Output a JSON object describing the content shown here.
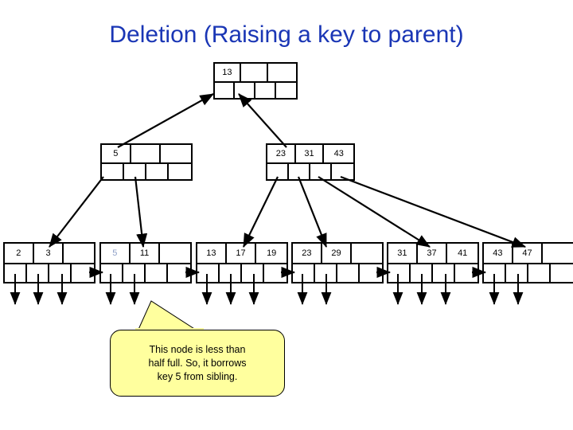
{
  "slide": {
    "title": "Deletion (Raising a key to parent)",
    "title_color": "#1a36b5",
    "background": "#ffffff"
  },
  "callout": {
    "name": "explanation-callout",
    "text": "This node is less than half full. So, it borrows key 5 from sibling.",
    "line1": "This node is less than",
    "line2": "half full. So, it borrows",
    "line3": "key 5 from sibling.",
    "fill": "#ffff9e",
    "stroke": "#000000"
  },
  "tree": {
    "type": "b-plus-tree",
    "levels": 3,
    "root": {
      "name": "root-node",
      "keys": [
        "13",
        "",
        ""
      ],
      "pointer_slots": 4
    },
    "internal": [
      {
        "name": "internal-node-left",
        "keys": [
          "5",
          "",
          ""
        ],
        "pointer_slots": 4
      },
      {
        "name": "internal-node-right",
        "keys": [
          "23",
          "31",
          "43"
        ],
        "pointer_slots": 4
      }
    ],
    "leaves": [
      {
        "name": "leaf-node-1",
        "keys": [
          "2",
          "3",
          ""
        ],
        "faded": [
          0,
          0,
          0
        ],
        "pointer_slots": 4
      },
      {
        "name": "leaf-node-2",
        "keys": [
          "5",
          "11",
          ""
        ],
        "faded": [
          1,
          0,
          0
        ],
        "pointer_slots": 4
      },
      {
        "name": "leaf-node-3",
        "keys": [
          "13",
          "17",
          "19"
        ],
        "faded": [
          0,
          0,
          0
        ],
        "pointer_slots": 4
      },
      {
        "name": "leaf-node-4",
        "keys": [
          "23",
          "29",
          ""
        ],
        "faded": [
          0,
          0,
          0
        ],
        "pointer_slots": 4
      },
      {
        "name": "leaf-node-5",
        "keys": [
          "31",
          "37",
          "41"
        ],
        "faded": [
          0,
          0,
          0
        ],
        "pointer_slots": 4
      },
      {
        "name": "leaf-node-6",
        "keys": [
          "43",
          "47",
          ""
        ],
        "faded": [
          0,
          0,
          0
        ],
        "pointer_slots": 4
      }
    ]
  }
}
